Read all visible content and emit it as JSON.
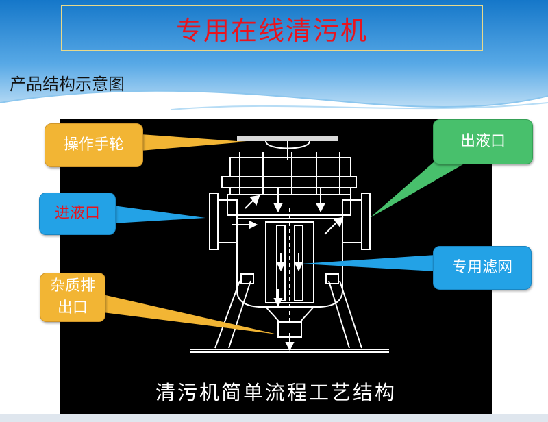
{
  "title": "专用在线清污机",
  "subtitle": "产品结构示意图",
  "diagram_caption": "清污机简单流程工艺结构",
  "callouts": {
    "handwheel": "操作手轮",
    "inlet": "进液口",
    "outlet": "出液口",
    "filter_screen": "专用滤网",
    "drain_line1": "杂质排",
    "drain_line2": "出口"
  },
  "colors": {
    "title_text": "#e8141e",
    "title_border": "#e8d98a",
    "callout_yellow": "#f2b534",
    "callout_blue": "#23a2e6",
    "callout_green": "#48c06c",
    "inlet_text": "#e8141e",
    "panel_bg": "#000000"
  }
}
